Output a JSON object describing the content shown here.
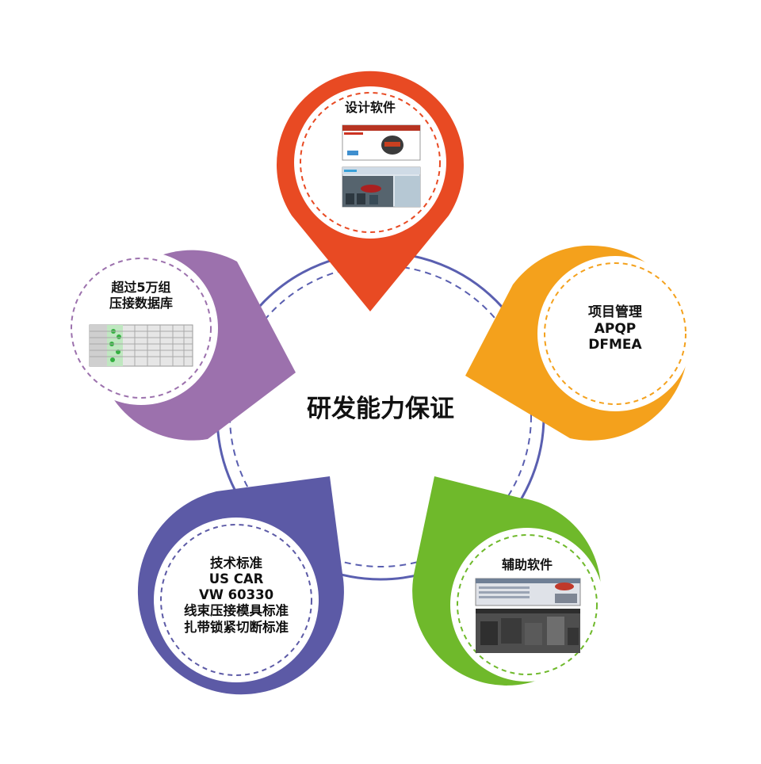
{
  "center": {
    "title": "研发能力保证"
  },
  "petals": {
    "design": {
      "lines": [
        "设计软件"
      ],
      "color": "#e84a23"
    },
    "project": {
      "lines": [
        "项目管理",
        "APQP",
        "DFMEA"
      ],
      "color": "#f4a11c"
    },
    "aux": {
      "lines": [
        "辅助软件"
      ],
      "color": "#6fb92b"
    },
    "standards": {
      "lines": [
        "技术标准",
        "US CAR",
        "VW 60330",
        "线束压接模具标准",
        "扎带锁紧切断标准"
      ],
      "color": "#5c5aa6"
    },
    "database": {
      "lines": [
        "超过5万组",
        "压接数据库"
      ],
      "color": "#9c71ad"
    }
  },
  "colors": {
    "ring": "#5a5fb0"
  },
  "icons": [
    "software-screenshot-icon",
    "spreadsheet-thumbnail-icon",
    "app-screenshot-icon"
  ]
}
